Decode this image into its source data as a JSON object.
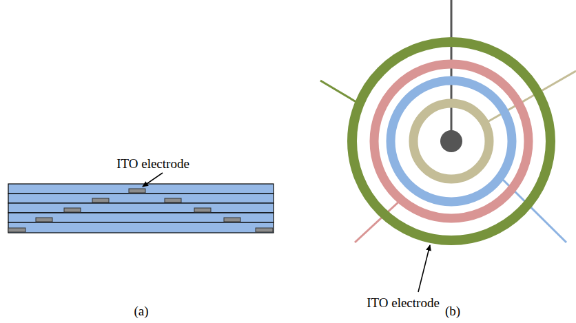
{
  "diagram": {
    "labels": [
      "ITO electrode",
      "ITO electrode",
      "(a)",
      "(b)"
    ]
  }
}
